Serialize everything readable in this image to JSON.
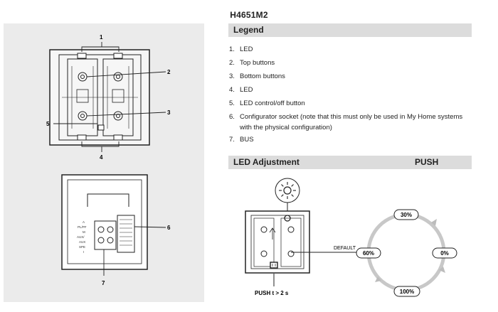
{
  "model": "H4651M2",
  "legend": {
    "title": "Legend",
    "items": [
      {
        "num": "1.",
        "text": "LED"
      },
      {
        "num": "2.",
        "text": "Top buttons"
      },
      {
        "num": "3.",
        "text": "Bottom buttons"
      },
      {
        "num": "4.",
        "text": "LED"
      },
      {
        "num": "5.",
        "text": "LED control/off button"
      },
      {
        "num": "6.",
        "text": "Configurator socket (note that this must only be used in My Home systems with the physical configuration)"
      },
      {
        "num": "7.",
        "text": "BUS"
      }
    ]
  },
  "led_adjustment": {
    "title": "LED Adjustment",
    "push_heading": "PUSH",
    "default_label": "DEFAULT",
    "push_caption": "PUSH  t > 2 s",
    "levels": [
      "30%",
      "60%",
      "0%",
      "100%"
    ]
  },
  "callouts": {
    "n1": "1",
    "n2": "2",
    "n3": "3",
    "n4": "4",
    "n5": "5",
    "n6": "6",
    "n7": "7"
  },
  "terminal_labels": [
    "A",
    "PL/PF",
    "M",
    "AUX/",
    "AUX",
    "SPE",
    "I"
  ]
}
